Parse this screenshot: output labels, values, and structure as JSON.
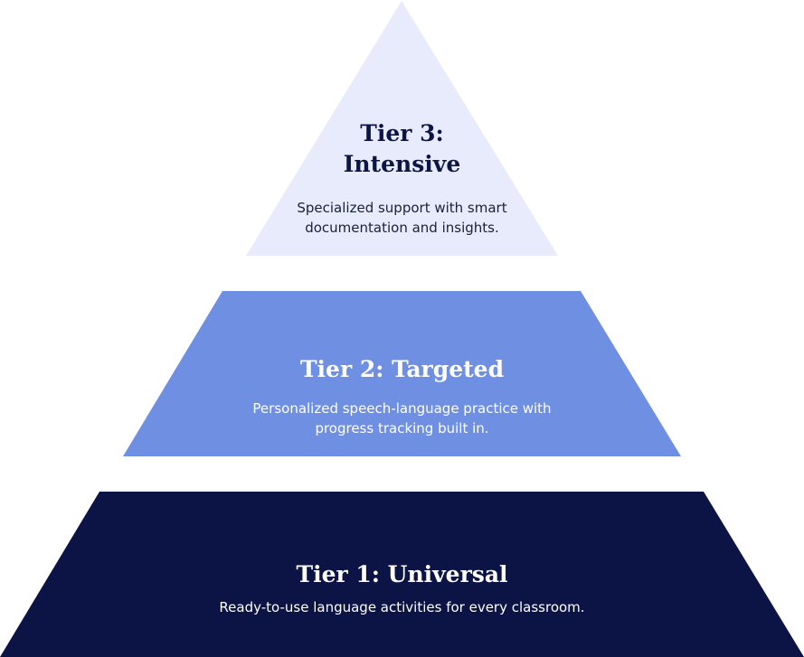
{
  "pyramid": {
    "tiers": [
      {
        "title_lines": [
          "Tier 3:",
          "Intensive"
        ],
        "description": "Specialized support with smart documentation and insights.",
        "fill_color": "#e8ebfb"
      },
      {
        "title": "Tier 2: Targeted",
        "description": "Personalized speech-language practice with progress tracking built in.",
        "fill_color": "#6f8fe3"
      },
      {
        "title": "Tier 1: Universal",
        "description": "Ready-to-use language activities for every classroom.",
        "fill_color": "#0c1446"
      }
    ]
  }
}
